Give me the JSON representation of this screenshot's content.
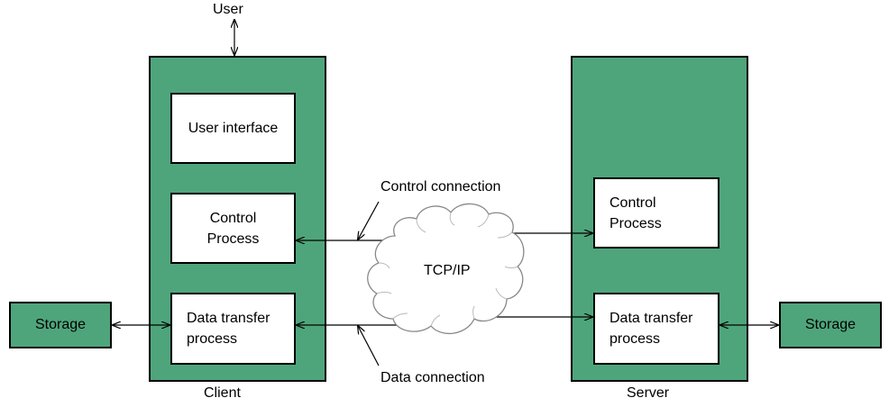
{
  "labels": {
    "user": "User",
    "client": "Client",
    "server": "Server",
    "control_connection": "Control connection",
    "data_connection": "Data connection"
  },
  "client": {
    "user_interface": "User interface",
    "control_process": "Control Process",
    "data_transfer_process": "Data transfer process"
  },
  "server": {
    "control_process": "Control Process",
    "data_transfer_process": "Data transfer process"
  },
  "network": {
    "label": "TCP/IP"
  },
  "storage": {
    "left": "Storage",
    "right": "Storage"
  },
  "colors": {
    "block_fill": "#4fa57b",
    "inner_fill": "#ffffff",
    "stroke": "#000000"
  }
}
